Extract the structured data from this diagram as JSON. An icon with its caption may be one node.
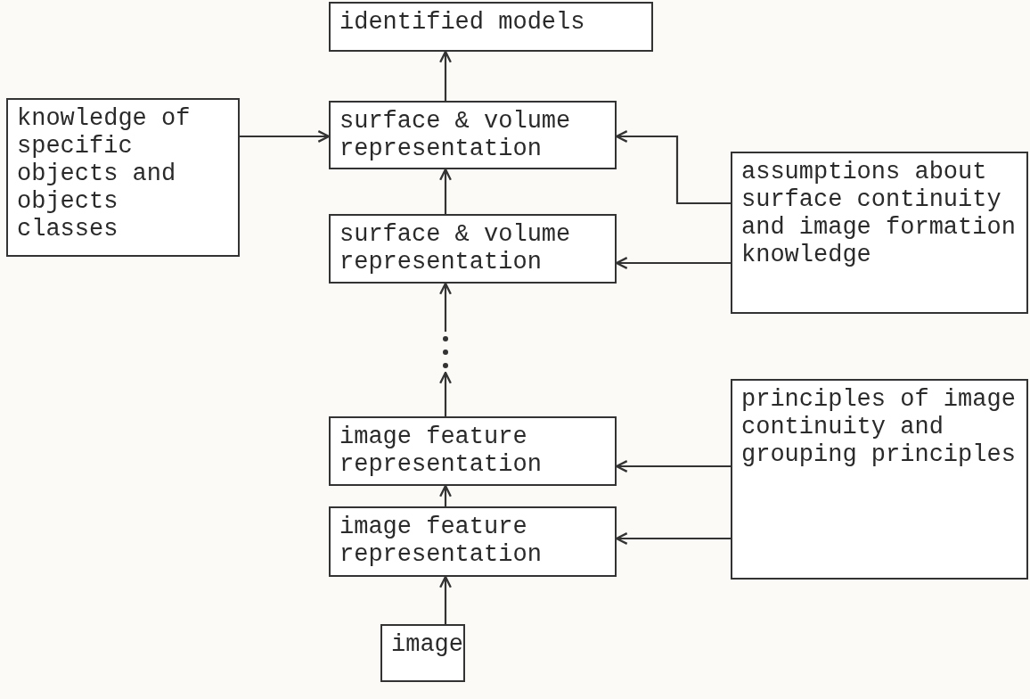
{
  "diagram": {
    "nodes": [
      {
        "text": [
          "identified models"
        ]
      },
      {
        "text": [
          "knowledge of specific objects and objects classes"
        ]
      },
      {
        "text": [
          "surface & volume representation"
        ]
      },
      {
        "text": [
          "assumptions about surface continuity and image formation knowledge"
        ]
      },
      {
        "text": [
          "surface & volume representation"
        ]
      },
      {
        "text": [],
        "shape": "dots"
      },
      {
        "text": [
          "image feature representation"
        ]
      },
      {
        "text": [
          "principles of image continuity and grouping principles"
        ]
      },
      {
        "text": [
          "image feature representation"
        ]
      },
      {
        "text": [
          "image"
        ]
      }
    ],
    "edges": [
      {
        "from": 2,
        "to": 0,
        "arrow": "to"
      },
      {
        "from": 1,
        "to": 2,
        "arrow": "to"
      },
      {
        "from": 3,
        "to": 2,
        "arrow": "to"
      },
      {
        "from": 3,
        "to": 4,
        "arrow": "to"
      },
      {
        "from": 4,
        "to": 2,
        "arrow": "to"
      },
      {
        "from": 5,
        "to": 4,
        "arrow": "to"
      },
      {
        "from": 6,
        "to": 5,
        "arrow": "to"
      },
      {
        "from": 7,
        "to": 6,
        "arrow": "to"
      },
      {
        "from": 7,
        "to": 8,
        "arrow": "to"
      },
      {
        "from": 8,
        "to": 6,
        "arrow": "to"
      },
      {
        "from": 9,
        "to": 8,
        "arrow": "to"
      }
    ]
  }
}
